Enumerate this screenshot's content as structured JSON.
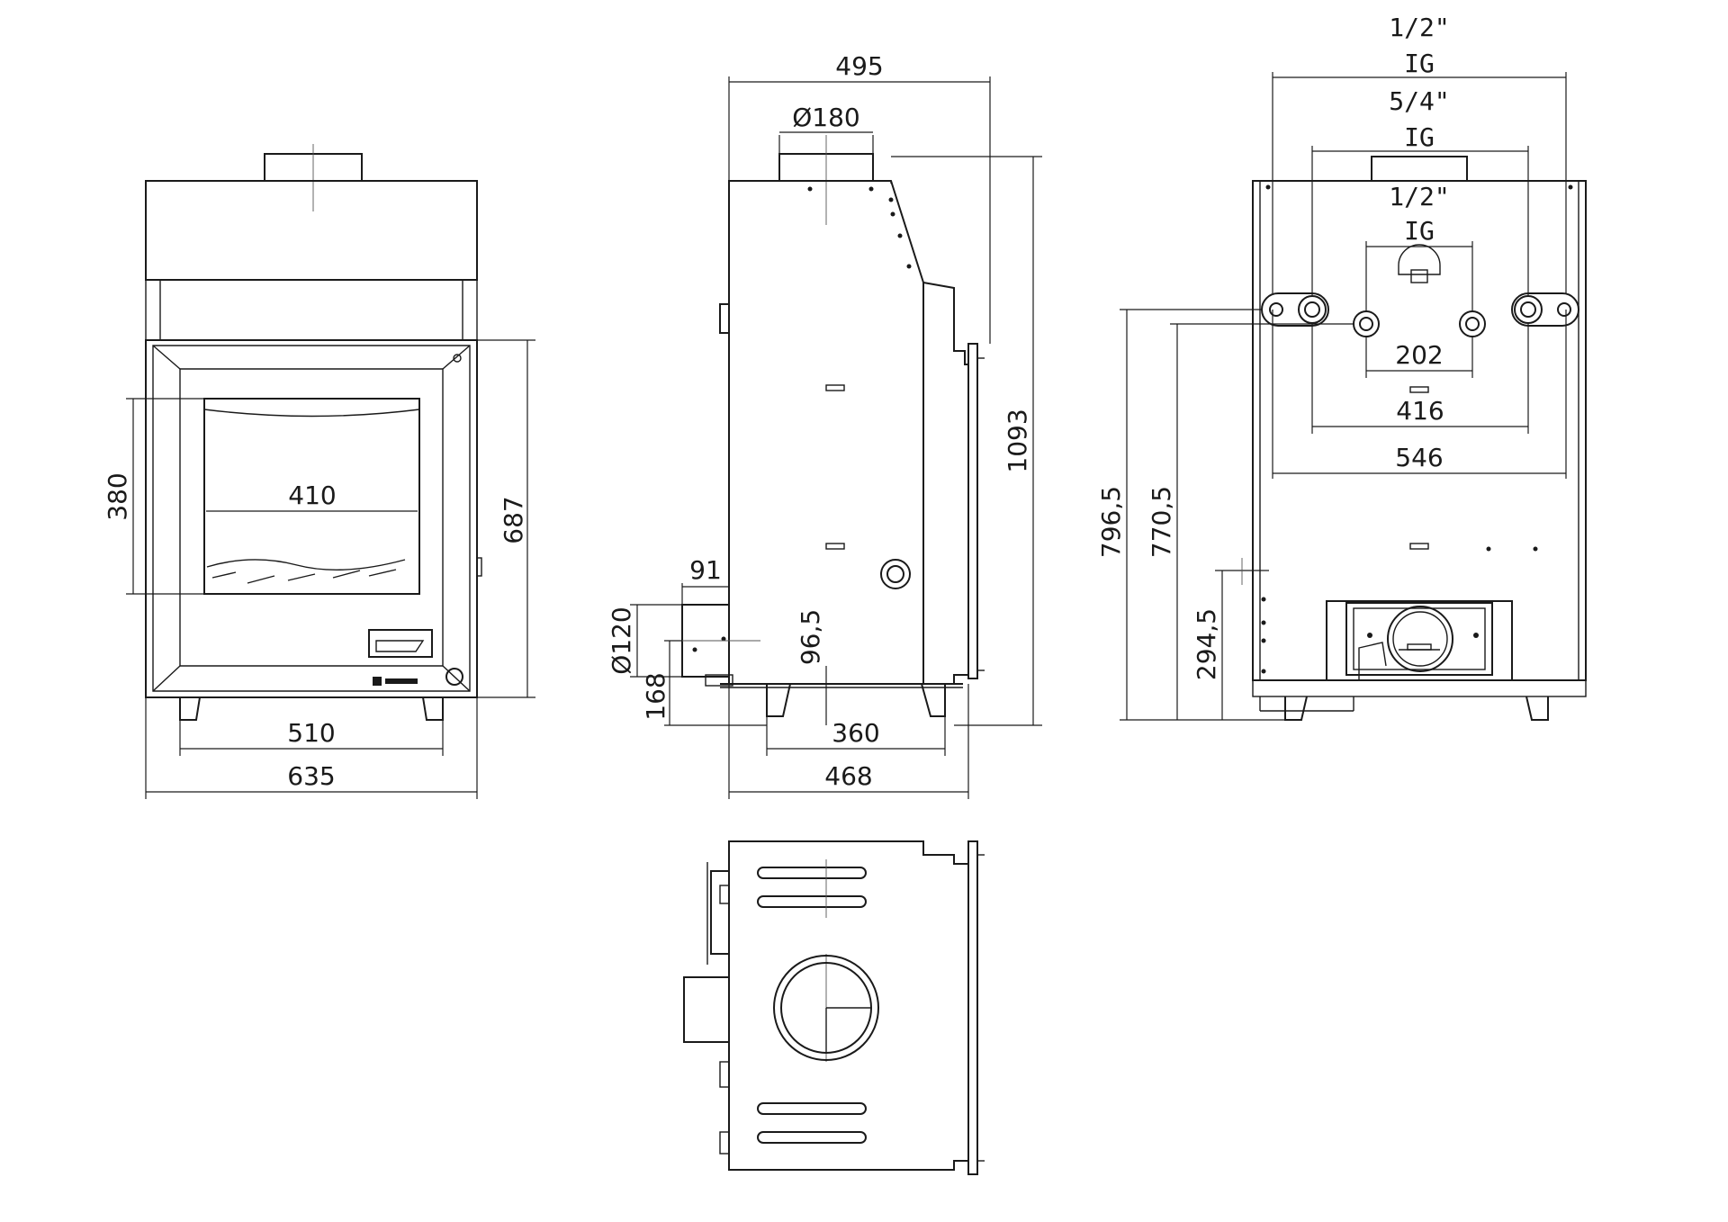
{
  "front_view": {
    "dims": {
      "height_top": "687",
      "glass_height": "380",
      "glass_width": "410",
      "feet_width": "510",
      "overall_width": "635"
    }
  },
  "side_view": {
    "dims": {
      "depth_top": "495",
      "flue_dia": "Ø180",
      "overall_height": "1093",
      "air_inlet_width": "91",
      "air_inlet_dia": "Ø120",
      "air_inlet_height": "168",
      "air_inlet_offset": "96,5",
      "feet_spacing": "360",
      "overall_depth": "468"
    }
  },
  "rear_view": {
    "dims": {
      "outer_conn_size": "1/2\"",
      "outer_conn_type": "IG",
      "mid_conn_size": "5/4\"",
      "mid_conn_type": "IG",
      "inner_conn_size": "1/2\"",
      "inner_conn_type": "IG",
      "inner_spacing": "202",
      "mid_spacing": "416",
      "outer_spacing": "546",
      "height_outer": "796,5",
      "height_mid": "770,5",
      "height_low": "294,5"
    }
  },
  "top_view": {}
}
